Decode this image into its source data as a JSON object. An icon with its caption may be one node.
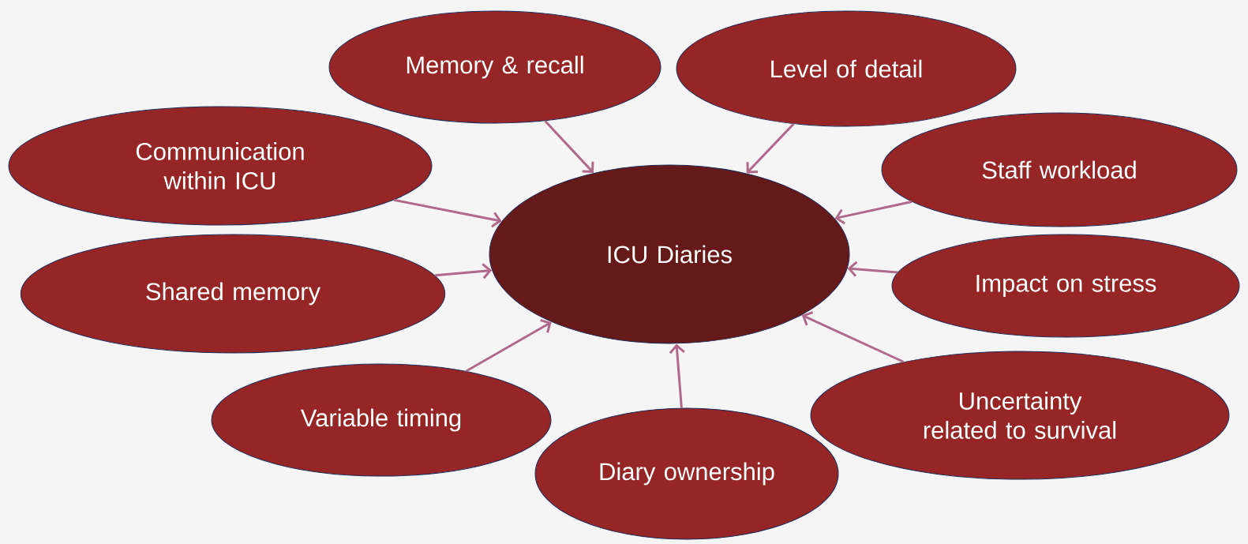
{
  "diagram": {
    "nodes": [
      {
        "text": [
          "ICU Diaries"
        ]
      },
      {
        "text": [
          "Memory & recall"
        ]
      },
      {
        "text": [
          "Level of detail"
        ]
      },
      {
        "text": [
          "Communication within ICU"
        ]
      },
      {
        "text": [
          "Staff workload"
        ]
      },
      {
        "text": [
          "Shared memory"
        ]
      },
      {
        "text": [
          "Impact on stress"
        ]
      },
      {
        "text": [
          "Variable timing"
        ]
      },
      {
        "text": [
          "Uncertainty related to survival"
        ]
      },
      {
        "text": [
          "Diary ownership"
        ]
      }
    ],
    "edges": [
      {
        "from": 1,
        "to": 0,
        "arrow": "to"
      },
      {
        "from": 2,
        "to": 0,
        "arrow": "to"
      },
      {
        "from": 3,
        "to": 0,
        "arrow": "to"
      },
      {
        "from": 4,
        "to": 0,
        "arrow": "to"
      },
      {
        "from": 5,
        "to": 0,
        "arrow": "to"
      },
      {
        "from": 6,
        "to": 0,
        "arrow": "to"
      },
      {
        "from": 7,
        "to": 0,
        "arrow": "to"
      },
      {
        "from": 8,
        "to": 0,
        "arrow": "to"
      },
      {
        "from": 9,
        "to": 0,
        "arrow": "to"
      }
    ]
  }
}
